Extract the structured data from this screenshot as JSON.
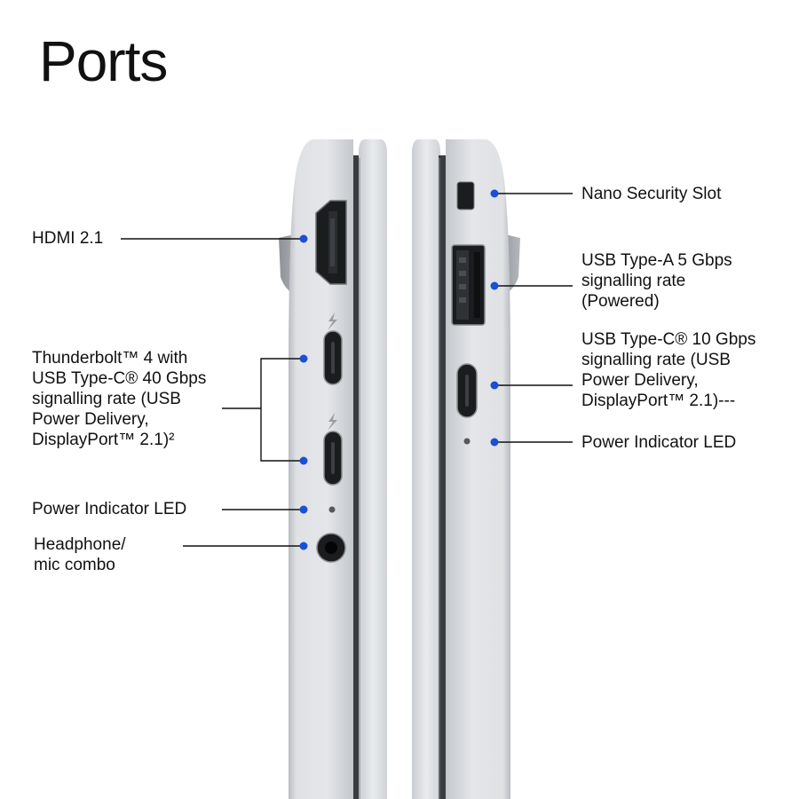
{
  "title": "Ports",
  "accent_color": "#1a4fd6",
  "left_side": {
    "hdmi": "HDMI 2.1",
    "thunderbolt": [
      "Thunderbolt™ 4 with",
      "USB Type-C® 40 Gbps",
      "signalling rate (USB",
      "Power Delivery,",
      "DisplayPort™ 2.1)²"
    ],
    "power_led": "Power Indicator LED",
    "headphone": [
      "Headphone/",
      "mic combo"
    ]
  },
  "right_side": {
    "security_slot": "Nano Security Slot",
    "usb_a": [
      "USB Type-A 5 Gbps",
      "signalling rate",
      "(Powered)"
    ],
    "usb_c": [
      "USB Type-C® 10 Gbps",
      "signalling rate (USB",
      "Power Delivery,",
      "DisplayPort™ 2.1)---"
    ],
    "power_led": "Power Indicator LED"
  },
  "icons": {
    "thunderbolt": "lightning-bolt-icon",
    "hdmi": "hdmi-port-icon",
    "usb_c": "usb-c-port-icon",
    "usb_a": "usb-a-port-icon",
    "security": "security-slot-icon",
    "led": "led-indicator-icon",
    "headphone": "headphone-jack-icon"
  }
}
